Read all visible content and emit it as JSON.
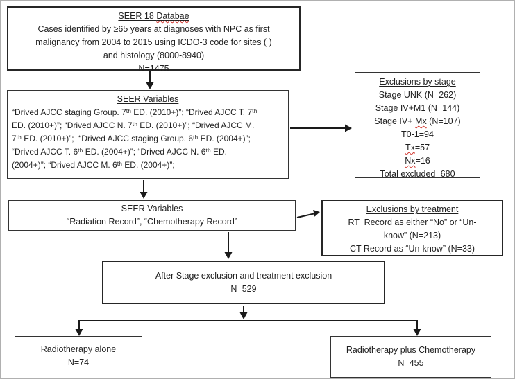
{
  "figure": {
    "boxes": {
      "seer_database": {
        "title_prefix": "SEER 18 ",
        "title_misspelled": "Databae",
        "lines": [
          "Cases identified by ≥65 years at diagnoses with NPC as first",
          "malignancy from 2004 to 2015 using ICDO-3 code for sites ( )",
          "and histology (8000-8940)",
          "N=1475"
        ]
      },
      "seer_variables_staging": {
        "title": "SEER Variables",
        "lines": [
          "“Drived AJCC staging Group. 7ᵗʰ ED. (2010+)”; “Drived AJCC T. 7ᵗʰ",
          "ED. (2010+)”; “Drived AJCC N. 7ᵗʰ ED. (2010+)”; “Drived AJCC M.",
          "7ᵗʰ ED. (2010+)”;  “Drived AJCC staging Group. 6ᵗʰ ED. (2004+)”;",
          "“Drived AJCC T. 6ᵗʰ ED. (2004+)”; “Drived AJCC N. 6ᵗʰ ED.",
          "(2004+)”; “Drived AJCC M. 6ᵗʰ ED. (2004+)”;"
        ]
      },
      "exclusions_stage": {
        "title": "Exclusions by stage",
        "line_unk": "Stage UNK (N=262)",
        "line_iv_m1": "Stage IV+M1 (N=144)",
        "line_iv_mx_prefix": "Stage IV+ ",
        "line_iv_mx_word": "Mx",
        "line_iv_mx_suffix": " (N=107)",
        "line_t01": "T0-1=94",
        "line_tx_word": "Tx",
        "line_tx_suffix": "=57",
        "line_nx_word": "Nx",
        "line_nx_suffix": "=16",
        "line_total": "Total excluded=680"
      },
      "seer_variables_treatment": {
        "title": "SEER Variables",
        "line": "“Radiation Record”, “Chemotherapy Record”"
      },
      "exclusions_treatment": {
        "title": "Exclusions by treatment",
        "lines": [
          "RT  Record as either “No” or “Un-",
          "know” (N=213)",
          "CT Record as “Un-know” (N=33)"
        ]
      },
      "after_exclusion": {
        "line1": "After Stage exclusion and treatment exclusion",
        "line2": "N=529"
      },
      "radiotherapy_alone": {
        "line1": "Radiotherapy alone",
        "line2": "N=74"
      },
      "radiotherapy_chemo": {
        "line1": "Radiotherapy plus Chemotherapy",
        "line2": "N=455"
      }
    },
    "colors": {
      "box_border": "#333333",
      "text": "#1f1f1f",
      "arrow": "#1a1a1a",
      "spellcheck_red": "#d0342c",
      "frame": "#b0b0b0"
    }
  }
}
